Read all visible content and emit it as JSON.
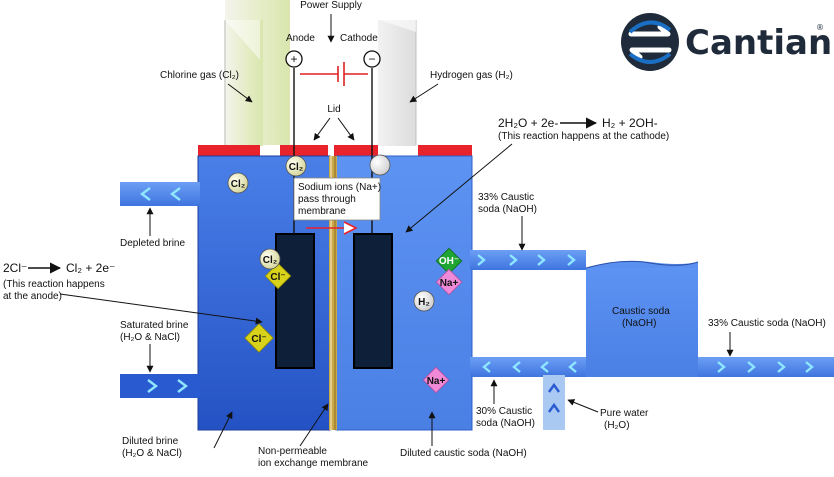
{
  "logo": {
    "text": "Cantian",
    "mark": "®",
    "color": "#1f2b3a",
    "accent": "#1a6fc4"
  },
  "top": {
    "power_supply": "Power Supply",
    "anode": "Anode",
    "cathode": "Cathode",
    "plus": "+",
    "minus": "−"
  },
  "labels": {
    "chlorine_gas": "Chlorine gas (Cl₂)",
    "hydrogen_gas": "Hydrogen gas (H₂)",
    "lid": "Lid",
    "cathode_eq": "2H₂O + 2e-",
    "cathode_eq_result": "H₂ + 2OH-",
    "cathode_note": "(This reaction happens at the cathode)",
    "sodium_ions": "Sodium ions (Na+) pass through membrane",
    "sodium_l1": "Sodium ions (Na+)",
    "sodium_l2": "pass through",
    "sodium_l3": "membrane",
    "caustic33_l1": "33% Caustic",
    "caustic33_l2": "soda (NaOH)",
    "depleted_brine": "Depleted brine",
    "anode_eq": "2Cl⁻",
    "anode_eq_result": "Cl₂ + 2e⁻",
    "anode_note_l1": "(This reaction happens",
    "anode_note_l2": "at the anode)",
    "saturated_l1": "Saturated brine",
    "saturated_l2": "(H₂O & NaCl)",
    "tank_l1": "Caustic soda",
    "tank_l2": "(NaOH)",
    "caustic33_out": "33% Caustic soda (NaOH)",
    "caustic30_l1": "30% Caustic",
    "caustic30_l2": "soda (NaOH)",
    "pure_water_l1": "Pure water",
    "pure_water_l2": "(H₂O)",
    "diluted_brine_l1": "Diluted brine",
    "diluted_brine_l2": "(H₂O & NaCl)",
    "membrane_l1": "Non-permeable",
    "membrane_l2": "ion exchange membrane",
    "diluted_caustic": "Diluted caustic soda (NaOH)"
  },
  "ions": {
    "cl2": "Cl₂",
    "cl_minus": "Cl⁻",
    "oh_minus": "OH⁻",
    "na_plus": "Na+",
    "h2": "H₂"
  },
  "colors": {
    "anode_liquid": "#2f63d8",
    "cathode_liquid": "#5a8ff0",
    "lid": "#e8232b",
    "wire": "#e02020",
    "cl_ion": "#d8d21a",
    "oh_ion": "#1fa531",
    "na_ion": "#f08ad8",
    "electrode": "#0e1f3a"
  }
}
